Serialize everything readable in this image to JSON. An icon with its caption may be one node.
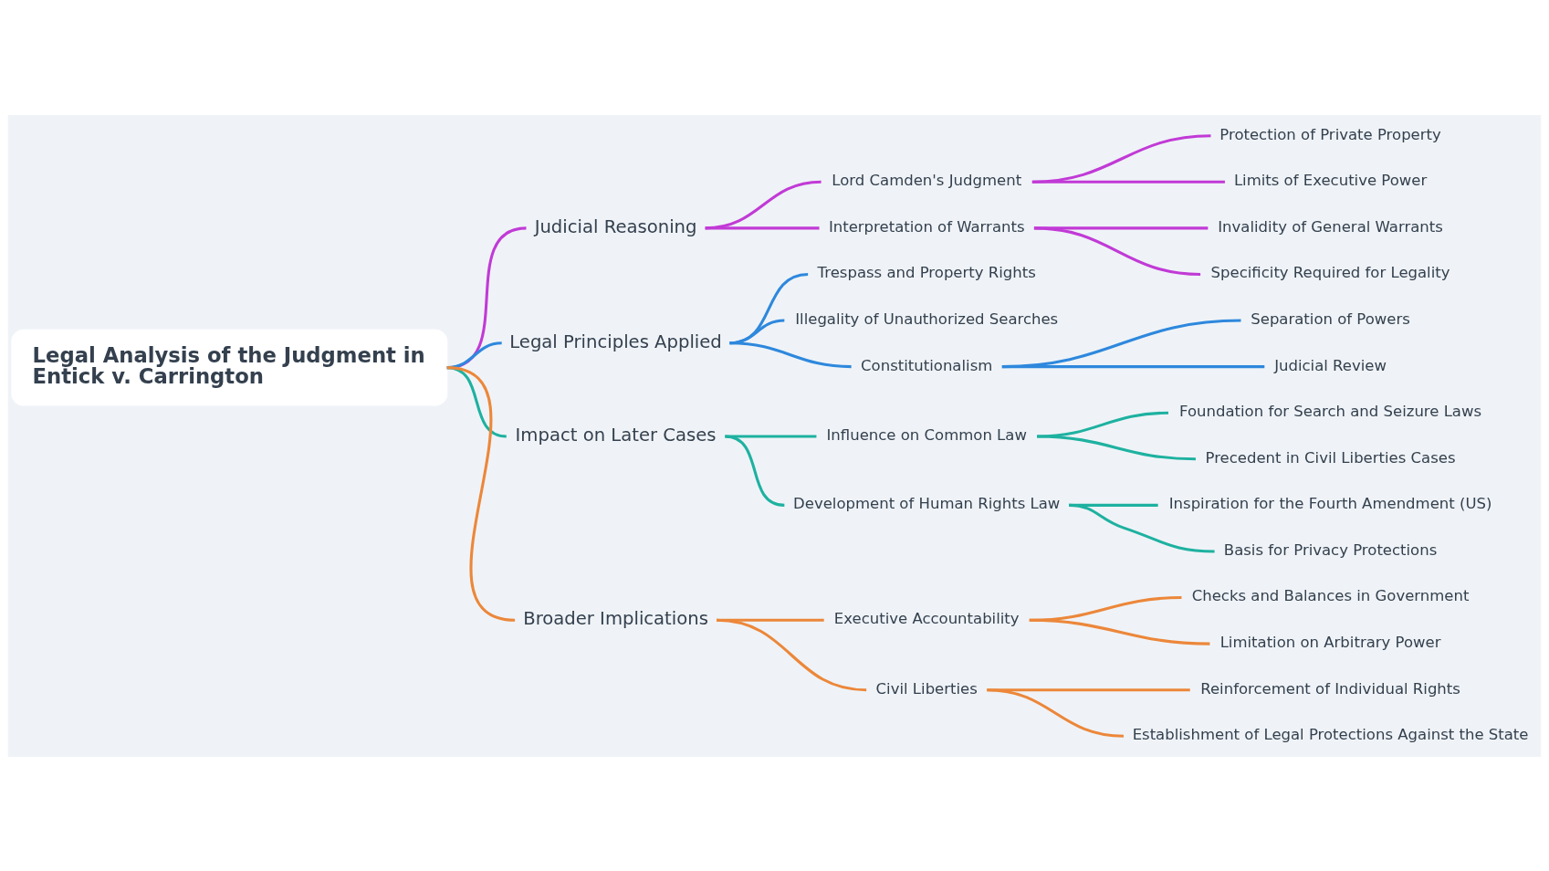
{
  "diagram": {
    "nodes": [
      {
        "text": [
          "Legal Analysis of the Judgment in Entick v. Carrington"
        ]
      },
      {
        "text": [
          "Judicial Reasoning"
        ]
      },
      {
        "text": [
          "Lord Camden's Judgment"
        ]
      },
      {
        "text": [
          "Protection of Private Property"
        ]
      },
      {
        "text": [
          "Limits of Executive Power"
        ]
      },
      {
        "text": [
          "Interpretation of Warrants"
        ]
      },
      {
        "text": [
          "Invalidity of General Warrants"
        ]
      },
      {
        "text": [
          "Specificity Required for Legality"
        ]
      },
      {
        "text": [
          "Legal Principles Applied"
        ]
      },
      {
        "text": [
          "Trespass and Property Rights"
        ]
      },
      {
        "text": [
          "Illegality of Unauthorized Searches"
        ]
      },
      {
        "text": [
          "Constitutionalism"
        ]
      },
      {
        "text": [
          "Separation of Powers"
        ]
      },
      {
        "text": [
          "Judicial Review"
        ]
      },
      {
        "text": [
          "Impact on Later Cases"
        ]
      },
      {
        "text": [
          "Influence on Common Law"
        ]
      },
      {
        "text": [
          "Foundation for Search and Seizure Laws"
        ]
      },
      {
        "text": [
          "Precedent in Civil Liberties Cases"
        ]
      },
      {
        "text": [
          "Development of Human Rights Law"
        ]
      },
      {
        "text": [
          "Inspiration for the Fourth Amendment (US)"
        ]
      },
      {
        "text": [
          "Basis for Privacy Protections"
        ]
      },
      {
        "text": [
          "Broader Implications"
        ]
      },
      {
        "text": [
          "Executive Accountability"
        ]
      },
      {
        "text": [
          "Checks and Balances in Government"
        ]
      },
      {
        "text": [
          "Limitation on Arbitrary Power"
        ]
      },
      {
        "text": [
          "Civil Liberties"
        ]
      },
      {
        "text": [
          "Reinforcement of Individual Rights"
        ]
      },
      {
        "text": [
          "Establishment of Legal Protections Against the State"
        ]
      }
    ],
    "edges": [
      {
        "from": 0,
        "to": 1,
        "arrow": "none",
        "color": "#c13ad6"
      },
      {
        "from": 1,
        "to": 2,
        "arrow": "none",
        "color": "#c13ad6"
      },
      {
        "from": 2,
        "to": 3,
        "arrow": "none",
        "color": "#c13ad6"
      },
      {
        "from": 2,
        "to": 4,
        "arrow": "none",
        "color": "#c13ad6"
      },
      {
        "from": 1,
        "to": 5,
        "arrow": "none",
        "color": "#c13ad6"
      },
      {
        "from": 5,
        "to": 6,
        "arrow": "none",
        "color": "#c13ad6"
      },
      {
        "from": 5,
        "to": 7,
        "arrow": "none",
        "color": "#c13ad6"
      },
      {
        "from": 0,
        "to": 8,
        "arrow": "none",
        "color": "#2e88dd"
      },
      {
        "from": 8,
        "to": 9,
        "arrow": "none",
        "color": "#2e88dd"
      },
      {
        "from": 8,
        "to": 10,
        "arrow": "none",
        "color": "#2e88dd"
      },
      {
        "from": 8,
        "to": 11,
        "arrow": "none",
        "color": "#2e88dd"
      },
      {
        "from": 11,
        "to": 12,
        "arrow": "none",
        "color": "#2e88dd"
      },
      {
        "from": 11,
        "to": 13,
        "arrow": "none",
        "color": "#2e88dd"
      },
      {
        "from": 0,
        "to": 14,
        "arrow": "none",
        "color": "#1eb1a0"
      },
      {
        "from": 14,
        "to": 15,
        "arrow": "none",
        "color": "#1eb1a0"
      },
      {
        "from": 15,
        "to": 16,
        "arrow": "none",
        "color": "#1eb1a0"
      },
      {
        "from": 15,
        "to": 17,
        "arrow": "none",
        "color": "#1eb1a0"
      },
      {
        "from": 14,
        "to": 18,
        "arrow": "none",
        "color": "#1eb1a0"
      },
      {
        "from": 18,
        "to": 19,
        "arrow": "none",
        "color": "#1eb1a0"
      },
      {
        "from": 18,
        "to": 20,
        "arrow": "none",
        "color": "#1eb1a0"
      },
      {
        "from": 0,
        "to": 21,
        "arrow": "none",
        "color": "#ec873a"
      },
      {
        "from": 21,
        "to": 22,
        "arrow": "none",
        "color": "#ec873a"
      },
      {
        "from": 22,
        "to": 23,
        "arrow": "none",
        "color": "#ec873a"
      },
      {
        "from": 22,
        "to": 24,
        "arrow": "none",
        "color": "#ec873a"
      },
      {
        "from": 21,
        "to": 25,
        "arrow": "none",
        "color": "#ec873a"
      },
      {
        "from": 25,
        "to": 26,
        "arrow": "none",
        "color": "#ec873a"
      },
      {
        "from": 25,
        "to": 27,
        "arrow": "none",
        "color": "#ec873a"
      }
    ]
  }
}
